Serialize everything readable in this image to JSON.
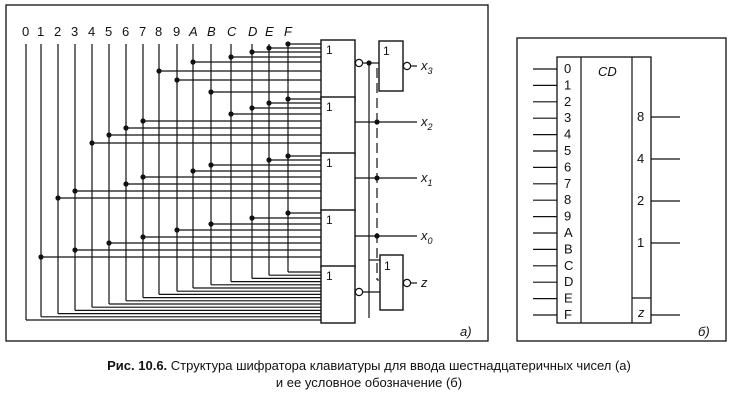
{
  "diagram_a": {
    "inputs": [
      "0",
      "1",
      "2",
      "3",
      "4",
      "5",
      "6",
      "7",
      "8",
      "9",
      "A",
      "B",
      "C",
      "D",
      "E",
      "F"
    ],
    "gate_label": "1",
    "outputs": [
      "x3",
      "x2",
      "x1",
      "x0",
      "z"
    ],
    "output_labels": {
      "x3": {
        "main": "x",
        "sub": "3"
      },
      "x2": {
        "main": "x",
        "sub": "2"
      },
      "x1": {
        "main": "x",
        "sub": "1"
      },
      "x0": {
        "main": "x",
        "sub": "0"
      },
      "z": {
        "main": "z",
        "sub": ""
      }
    },
    "panel_label": "a)"
  },
  "diagram_b": {
    "block_name": "CD",
    "inputs": [
      "0",
      "1",
      "2",
      "3",
      "4",
      "5",
      "6",
      "7",
      "8",
      "9",
      "A",
      "B",
      "C",
      "D",
      "E",
      "F"
    ],
    "outputs": [
      "8",
      "4",
      "2",
      "1"
    ],
    "z_label": "z",
    "panel_label": "б)"
  },
  "caption": {
    "label": "Рис. 10.6.",
    "line1": " Структура шифратора клавиатуры для ввода шестнадцатеричных чисел (a)",
    "line2": "и ее условное обозначение (б)"
  }
}
